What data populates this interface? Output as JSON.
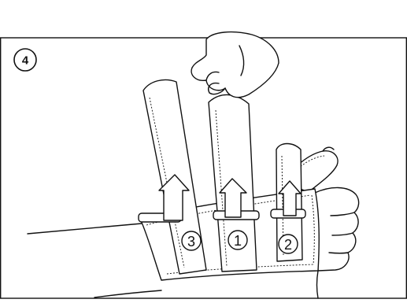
{
  "step": {
    "number": "4"
  },
  "strap_labels": {
    "left": "3",
    "center": "1",
    "right": "2"
  },
  "colors": {
    "line": "#111111",
    "background": "#ffffff"
  }
}
